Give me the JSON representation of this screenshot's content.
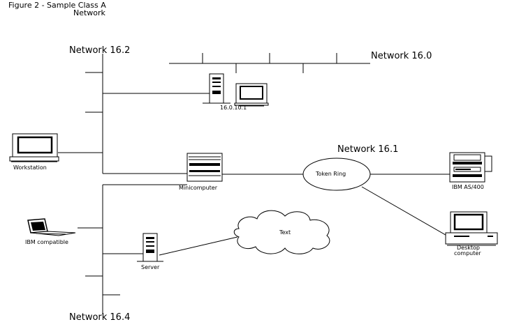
{
  "title": {
    "line1": "Figure 2 - Sample Class A",
    "line2": "Network"
  },
  "networks": {
    "net_16_2": "Network 16.2",
    "net_16_0": "Network 16.0",
    "net_16_1": "Network 16.1",
    "net_16_4": "Network 16.4"
  },
  "devices": {
    "router": "16.0.10.1",
    "workstation": "Workstation",
    "minicomputer": "Minicomputer",
    "token_ring": "Token Ring",
    "as400": "IBM AS/400",
    "laptop": "IBM compatible",
    "cloud": "Text",
    "server": "Server",
    "desktop_line1": "Desktop",
    "desktop_line2": "computer"
  }
}
